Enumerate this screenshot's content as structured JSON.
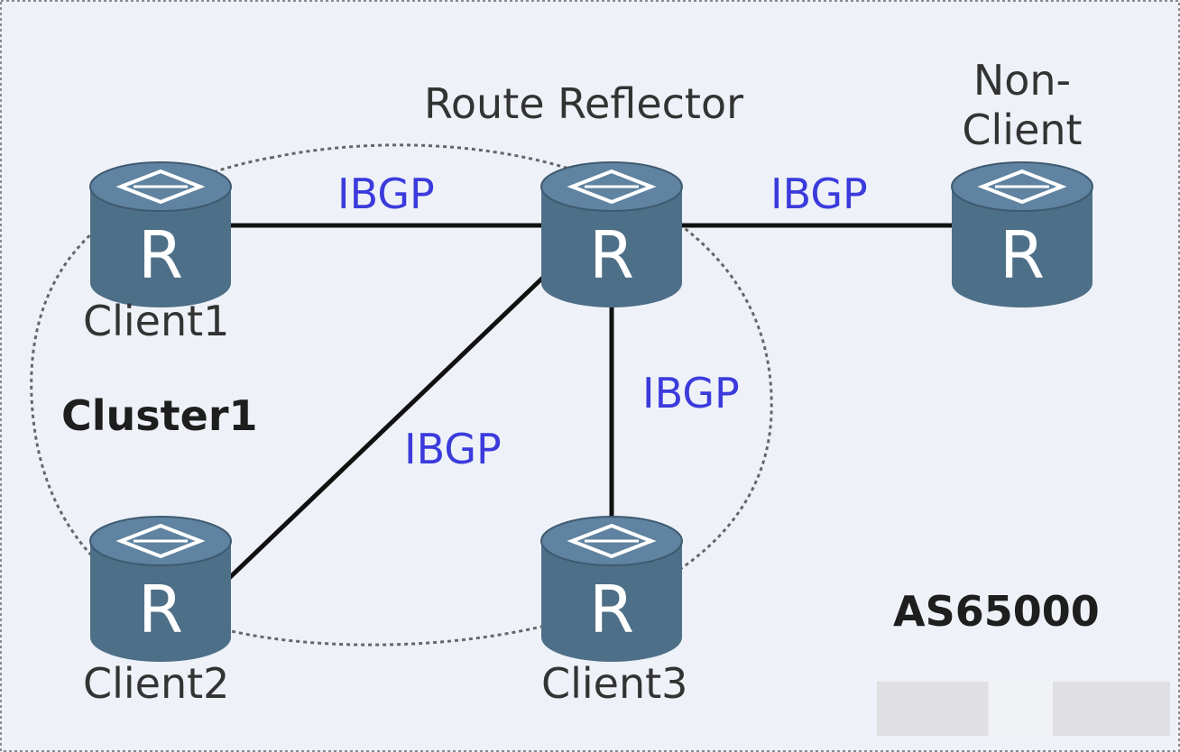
{
  "labels": {
    "route_reflector": "Route Reflector",
    "non_client": "Non-\nClient",
    "client1": "Client1",
    "client2": "Client2",
    "client3": "Client3",
    "cluster": "Cluster1",
    "as": "AS65000"
  },
  "links": {
    "rr_client1": "IBGP",
    "rr_nonclient": "IBGP",
    "rr_client2": "IBGP",
    "rr_client3": "IBGP"
  },
  "router_glyph": "R",
  "colors": {
    "background": "#eef2f8",
    "router": "#4e6f88",
    "router_top": "#5f83a0",
    "link_label": "#3b3bdc",
    "link_line": "#111111"
  }
}
